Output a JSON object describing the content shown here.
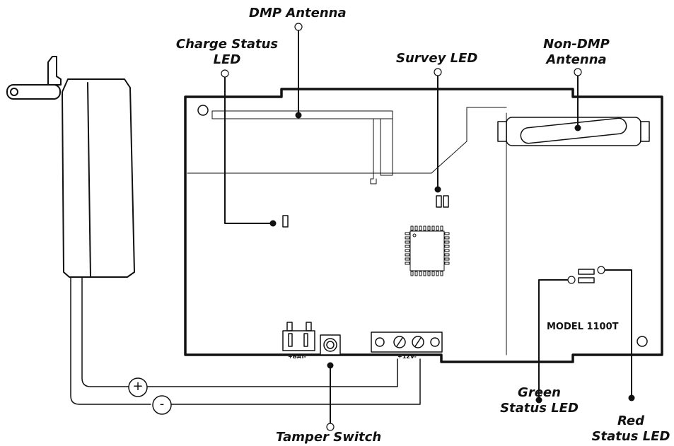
{
  "labels": {
    "dmp_antenna": "DMP Antenna",
    "charge_status_led_line1": "Charge Status",
    "charge_status_led_line2": "LED",
    "survey_led": "Survey LED",
    "non_dmp_antenna_line1": "Non-DMP",
    "non_dmp_antenna_line2": "Antenna",
    "green_status_led_line1": "Green",
    "green_status_led_line2": "Status LED",
    "red_status_led_line1": "Red",
    "red_status_led_line2": "Status LED",
    "tamper_switch": "Tamper Switch"
  },
  "board": {
    "model": "MODEL 1100T",
    "battery_terminal": "+BAT-",
    "power_terminal": "+12V-"
  },
  "wiring": {
    "plus_sign": "+",
    "minus_sign": "-"
  }
}
